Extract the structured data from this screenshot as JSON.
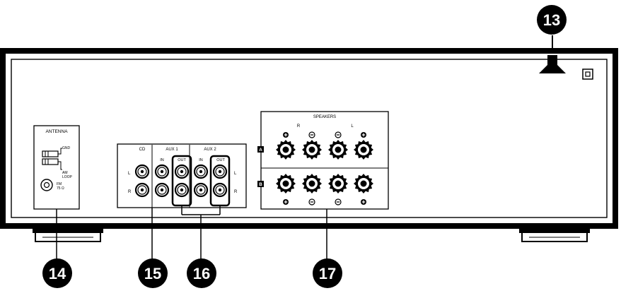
{
  "callouts": [
    "13",
    "14",
    "15",
    "16",
    "17"
  ],
  "antenna": {
    "title": "ANTENNA",
    "gnd": "GND",
    "am": "AM",
    "loop": "LOOP",
    "fm": "FM",
    "fm_ohm": "75 Ω"
  },
  "inputs": {
    "cd": "CD",
    "aux1": "AUX 1",
    "aux2": "AUX 2",
    "in": "IN",
    "out": "OUT",
    "left": "L",
    "right": "R"
  },
  "speakers": {
    "title": "SPEAKERS",
    "r": "R",
    "l": "L",
    "a": "A",
    "b": "B",
    "plus": "+",
    "minus": "−"
  }
}
